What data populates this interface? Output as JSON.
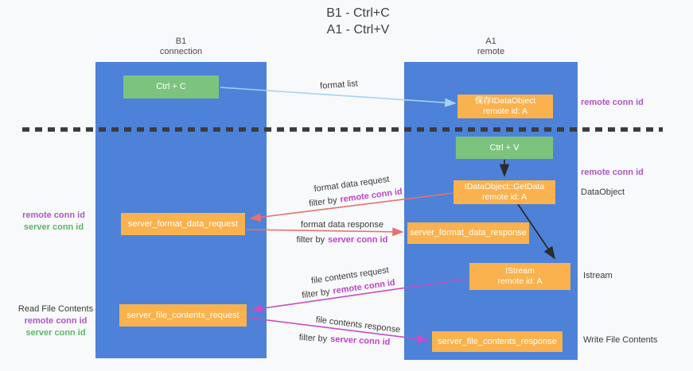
{
  "title": {
    "line1": "B1 - Ctrl+C",
    "line2": "A1 - Ctrl+V"
  },
  "columns": {
    "left": {
      "name": "B1",
      "role": "connection"
    },
    "right": {
      "name": "A1",
      "role": "remote"
    }
  },
  "nodes": {
    "ctrl_c": "Ctrl + C",
    "ctrl_v": "Ctrl + V",
    "save_idataobject": {
      "line1": "保存IDataObject",
      "line2": "remote id: A"
    },
    "getdata": {
      "line1": "IDataObject::GetData",
      "line2": "remote id: A"
    },
    "istream": {
      "line1": "IStream",
      "line2": "remote id: A"
    },
    "format_request": "server_format_data_request",
    "format_response": "server_format_data_response",
    "file_request": "server_file_contents_request",
    "file_response": "server_file_contents_response"
  },
  "flow_labels": {
    "format_list": "format list",
    "format_data_request": "format data request",
    "format_data_response": "format data response",
    "file_contents_request": "file contents request",
    "file_contents_response": "file contents response",
    "filter_by": "filter by",
    "remote_conn_id": "remote conn id",
    "server_conn_id": "server conn id"
  },
  "side_labels": {
    "remote_conn_id": "remote conn id",
    "server_conn_id": "server conn id",
    "dataobject": "DataObject",
    "istream": "Istream",
    "read_file_contents": "Read File Contents",
    "write_file_contents": "Write File Contents"
  },
  "colors": {
    "column_blue": "#4d82d8",
    "node_green": "#7cc47e",
    "node_orange": "#f9b24d",
    "arrow_light_blue": "#a6d2f5",
    "arrow_black": "#2b2b2b",
    "arrow_salmon": "#e87070",
    "arrow_magenta": "#c44ec4",
    "label_purple": "#ab58c5",
    "label_magenta": "#bc45c5",
    "label_green": "#5cb567",
    "dashed_line": "#3a3a3a",
    "background": "#f8f9fa"
  }
}
